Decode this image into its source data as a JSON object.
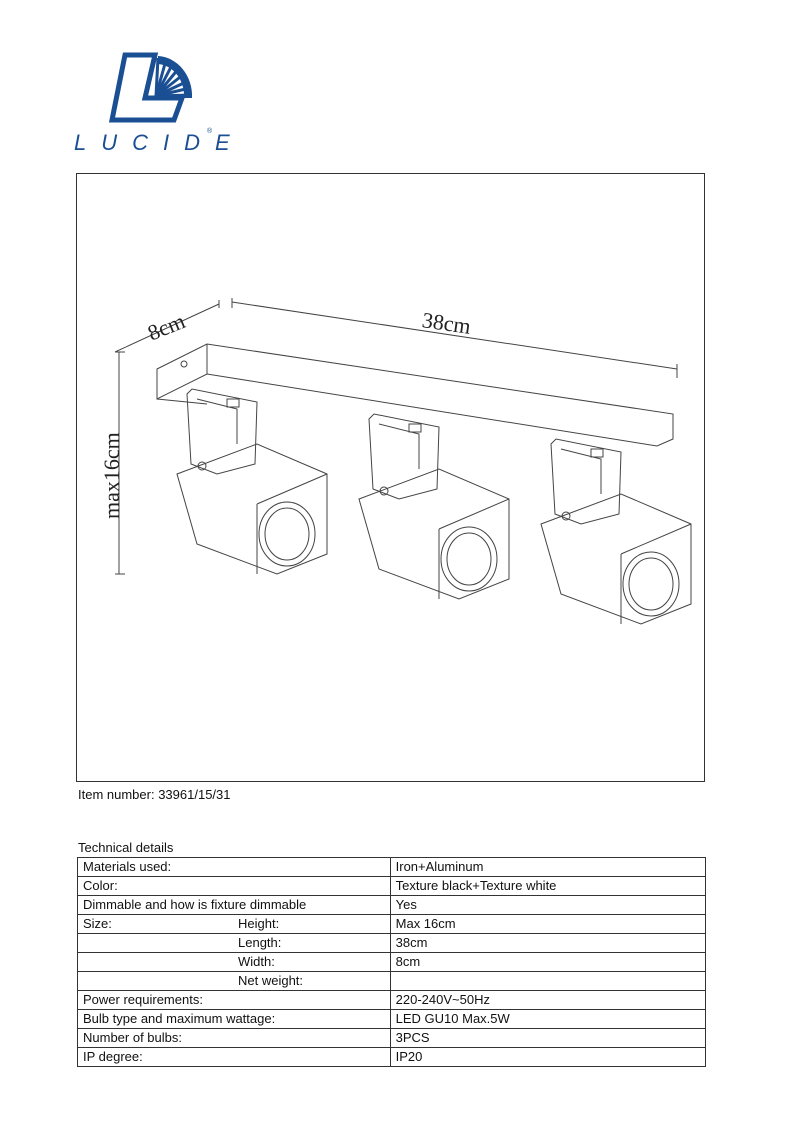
{
  "brand": {
    "name": "LUCIDE",
    "registered_mark": "®",
    "logo_icon": "lucide-sunburst-L-logo",
    "color": "#1a4f94"
  },
  "drawing": {
    "description": "Line drawing of 3-spot ceiling light bar",
    "dimensions": {
      "width_label": "8cm",
      "length_label": "38cm",
      "height_label": "max16cm"
    },
    "spot_count": 3
  },
  "item_number": "Item number: 33961/15/31",
  "technical_details": {
    "title": "Technical details",
    "rows": [
      {
        "label": "Materials used:",
        "sublabel": "",
        "value": "Iron+Aluminum"
      },
      {
        "label": "Color:",
        "sublabel": "",
        "value": "Texture black+Texture white"
      },
      {
        "label": "Dimmable and how is fixture dimmable",
        "sublabel": "",
        "value": "Yes"
      },
      {
        "label": "Size:",
        "sublabel": "Height:",
        "value": "Max 16cm"
      },
      {
        "label": "",
        "sublabel": "Length:",
        "value": "38cm"
      },
      {
        "label": "",
        "sublabel": "Width:",
        "value": "8cm"
      },
      {
        "label": "",
        "sublabel": "Net weight:",
        "value": ""
      },
      {
        "label": "Power requirements:",
        "sublabel": "",
        "value": "220-240V~50Hz"
      },
      {
        "label": "Bulb type and maximum wattage:",
        "sublabel": "",
        "value": "LED GU10 Max.5W"
      },
      {
        "label": "Number of bulbs:",
        "sublabel": "",
        "value": "3PCS"
      },
      {
        "label": "IP degree:",
        "sublabel": "",
        "value": "IP20"
      }
    ]
  }
}
